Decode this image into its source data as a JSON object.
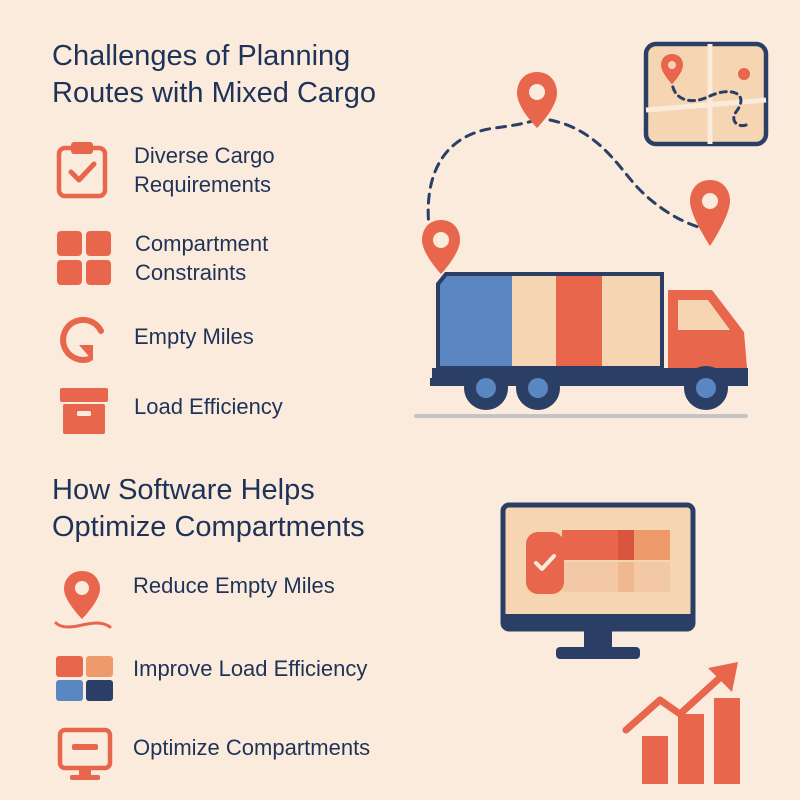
{
  "colors": {
    "background": "#fbebdc",
    "text": "#1f3358",
    "accent": "#e8664c",
    "blue": "#5a86c2",
    "peach": "#f6d6b2",
    "navy": "#2b3f66"
  },
  "section1": {
    "title_line1": "Challenges of Planning",
    "title_line2": "Routes with Mixed Cargo",
    "items": [
      {
        "icon": "clipboard-check-icon",
        "line1": "Diverse Cargo",
        "line2": "Requirements"
      },
      {
        "icon": "compartment-grid-icon",
        "line1": "Compartment",
        "line2": "Constraints"
      },
      {
        "icon": "circular-arrow-icon",
        "line1": "Empty Miles"
      },
      {
        "icon": "box-icon",
        "line1": "Load Efficiency"
      }
    ]
  },
  "section2": {
    "title_line1": "How Software Helps",
    "title_line2": "Optimize Compartments",
    "items": [
      {
        "icon": "location-pin-route-icon",
        "line1": "Reduce Empty Miles"
      },
      {
        "icon": "load-grid-icon",
        "line1": "Improve Load Efficiency"
      },
      {
        "icon": "monitor-icon",
        "line1": "Optimize Compartments"
      }
    ]
  },
  "illustrations": [
    "route-map-icon",
    "location-pin-icon",
    "truck-illustration",
    "monitor-dashboard-illustration",
    "growth-bar-chart-icon"
  ]
}
